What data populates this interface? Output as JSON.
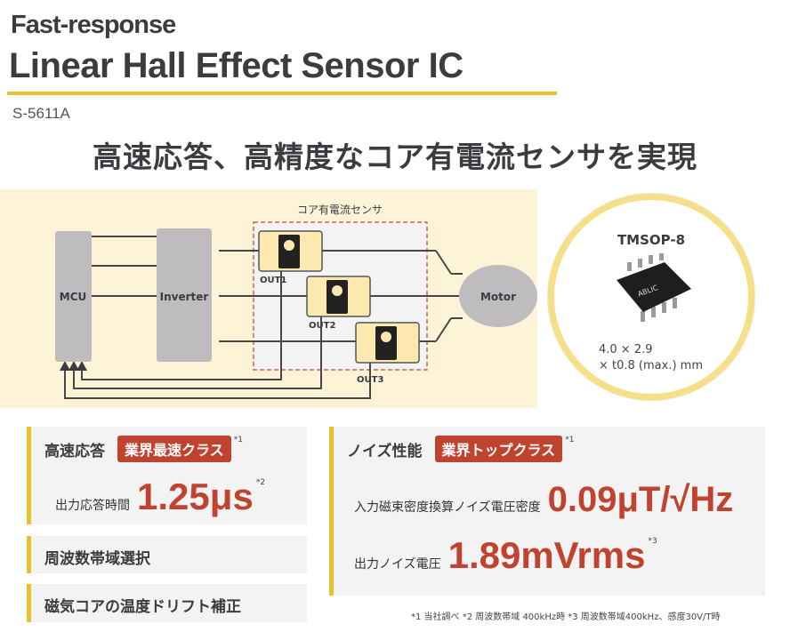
{
  "header": {
    "subtitle": "Fast-response",
    "title": "Linear Hall Effect Sensor IC",
    "model": "S-5611A",
    "headline": "高速応答、高精度なコア有電流センサを実現"
  },
  "diagram": {
    "group_label": "コア有電流センサ",
    "mcu": "MCU",
    "inverter": "Inverter",
    "motor": "Motor",
    "out1": "OUT1",
    "out2": "OUT2",
    "out3": "OUT3"
  },
  "package": {
    "name": "TMSOP-8",
    "brand": "ABLIC",
    "dim1": "4.0 × 2.9",
    "dim2": "× t0.8 (max.) mm"
  },
  "features": {
    "speed": {
      "title": "高速応答",
      "badge": "業界最速クラス",
      "note": "*1",
      "label": "出力応答時間",
      "value": "1.25μs",
      "value_note": "*2"
    },
    "bandwidth": {
      "title": "周波数帯域選択"
    },
    "drift": {
      "title": "磁気コアの温度ドリフト補正"
    },
    "noise": {
      "title": "ノイズ性能",
      "badge": "業界トップクラス",
      "note": "*1",
      "label1": "入力磁束密度換算ノイズ電圧密度",
      "value1": "0.09μT/√Hz",
      "label2": "出力ノイズ電圧",
      "value2": "1.89mVrms",
      "value2_note": "*3"
    }
  },
  "footnote": "*1 当社調べ  *2 周波数帯域 400kHz時  *3 周波数帯域400kHz、感度30V/T時",
  "colors": {
    "accent": "#e8c12c",
    "red": "#c0432f",
    "cream": "#fdf4d8"
  }
}
